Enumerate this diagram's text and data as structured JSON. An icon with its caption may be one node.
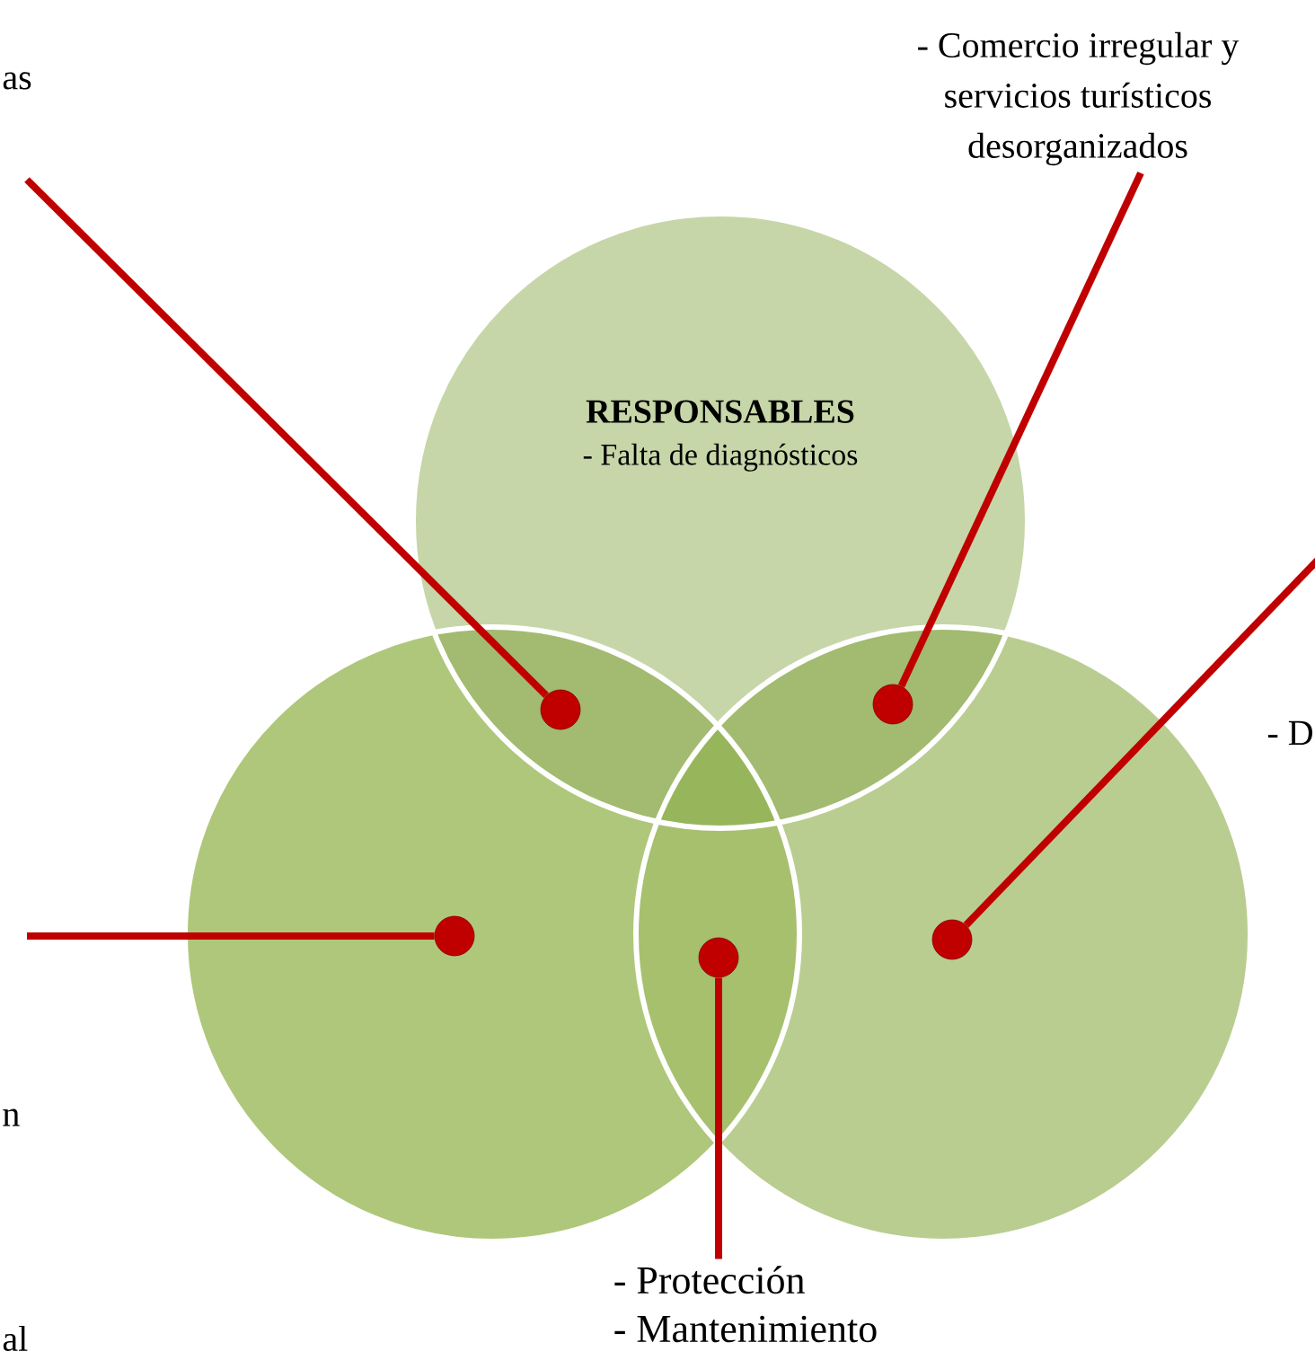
{
  "diagram": {
    "nodes": [
      {
        "text": [
          "RESPONSABLES",
          "- Falta de diagnósticos"
        ]
      },
      {
        "text": [],
        "shape": "circle"
      },
      {
        "text": [],
        "shape": "circle"
      },
      {
        "text": [],
        "shape": "circle"
      },
      {
        "text": [],
        "shape": "circle"
      },
      {
        "text": [],
        "shape": "circle",
        "in": 1
      },
      {
        "text": [],
        "shape": "circle"
      },
      {
        "text": [],
        "shape": "circle",
        "in": 2
      },
      {
        "text": [
          "- Comercio irregular y servicios turísticos desorganizados"
        ]
      },
      {
        "text": [
          "- Protección",
          "- Mantenimiento"
        ]
      }
    ],
    "edges": [
      {
        "from": null,
        "to": 3,
        "arrow": "none"
      },
      {
        "from": 8,
        "to": 4,
        "arrow": "none"
      },
      {
        "from": null,
        "to": 7,
        "arrow": "none"
      },
      {
        "from": null,
        "to": 5,
        "arrow": "none"
      },
      {
        "from": 9,
        "to": 6,
        "arrow": "none"
      }
    ],
    "labels": [
      "as",
      "- D",
      "n",
      "al"
    ]
  }
}
